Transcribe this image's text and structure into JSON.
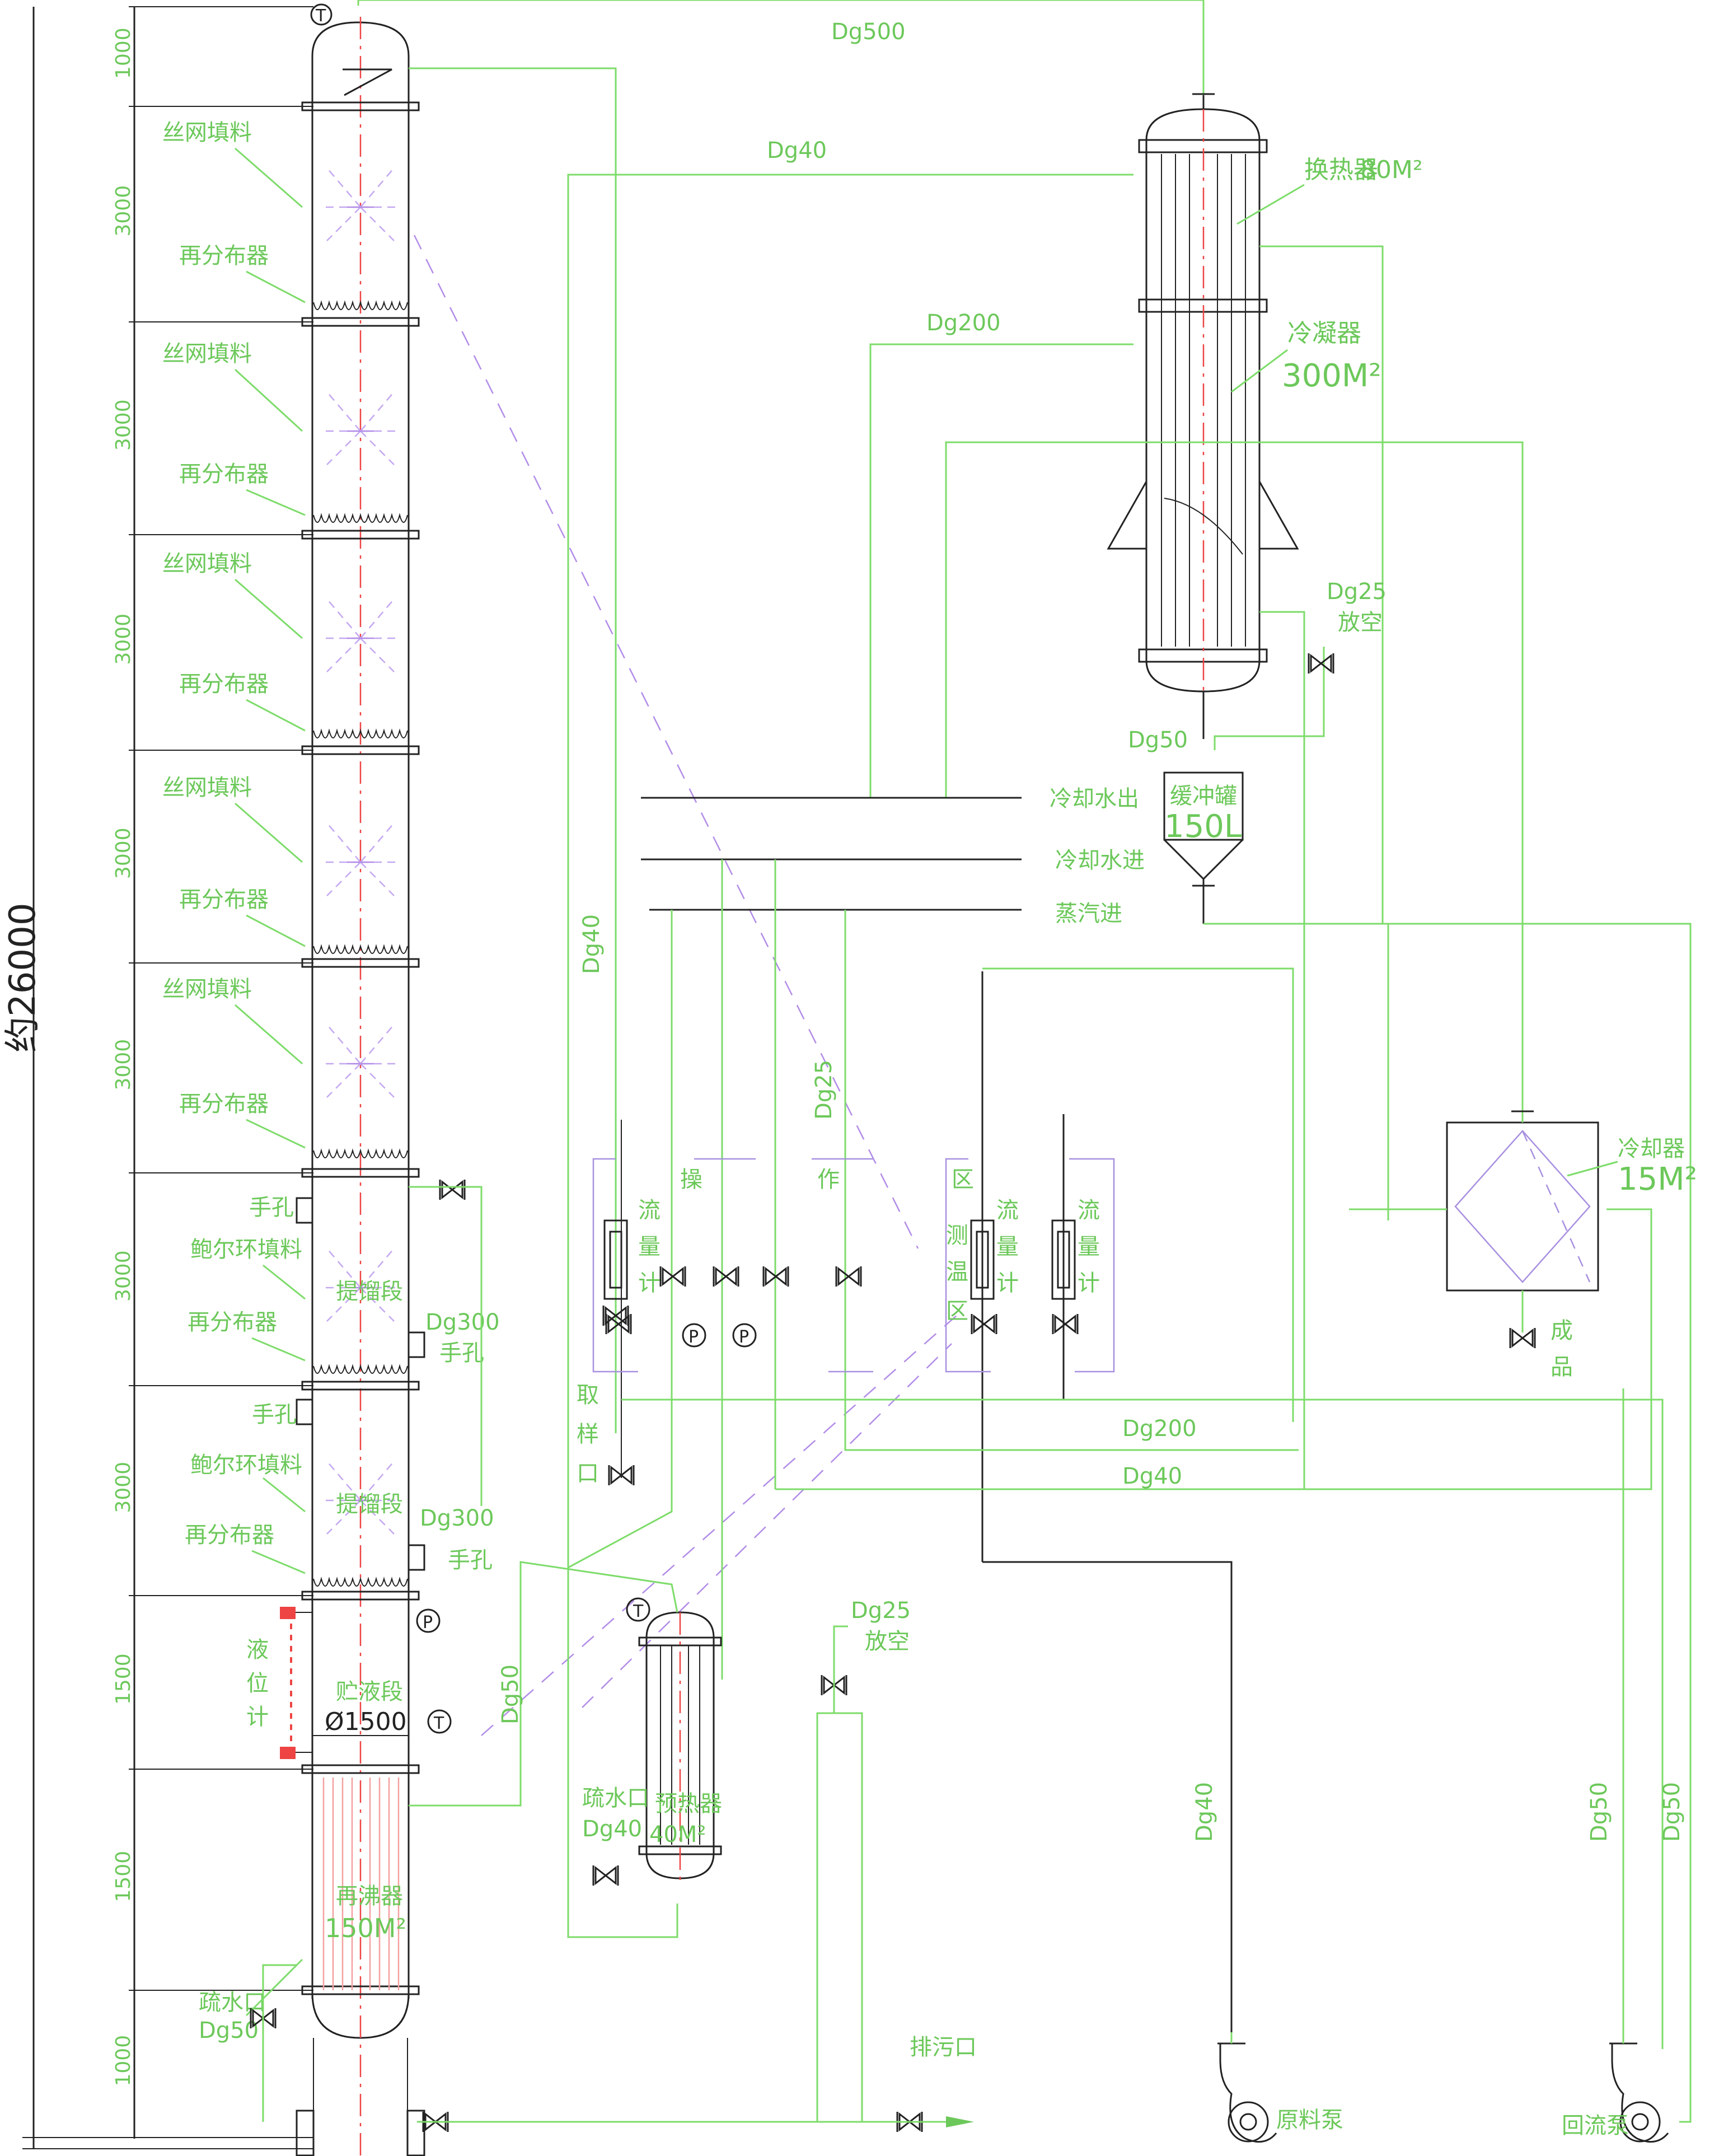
{
  "dimensions": {
    "total": "约26000",
    "sections": [
      "1000",
      "3000",
      "3000",
      "3000",
      "3000",
      "3000",
      "3000",
      "3000",
      "1500",
      "1500",
      "1000"
    ]
  },
  "column": {
    "mesh_packing": "丝网填料",
    "redistributor": "再分布器",
    "pall_ring_packing": "鲍尔环填料",
    "stripping_section": "提馏段",
    "liquid_level_gauge": [
      "液",
      "位",
      "计"
    ],
    "bottom_section": "贮液段",
    "diameter": "Ø1500",
    "reboiler": "再沸器",
    "reboiler_area": "150M²",
    "handhole": "手孔",
    "drain": "疏水口",
    "drain_size": "Dg50",
    "nozzle_dg300": "Dg300"
  },
  "heat_exchanger": {
    "label": "换热器",
    "area": "80M²"
  },
  "condenser": {
    "label": "冷凝器",
    "area": "300M²"
  },
  "buffer_tank": {
    "label": "缓冲罐",
    "volume": "150L"
  },
  "cooler": {
    "label": "冷却器",
    "area": "15M²"
  },
  "preheater": {
    "label": "预热器",
    "area": "40M²",
    "drain": "疏水口",
    "drain_size": "Dg40"
  },
  "utilities": {
    "cooling_water_out": "冷却水出",
    "cooling_water_in": "冷却水进",
    "steam_in": "蒸汽进"
  },
  "pipes": {
    "dg500": "Dg500",
    "dg40": "Dg40",
    "dg200": "Dg200",
    "dg50": "Dg50",
    "dg25": "Dg25",
    "vent": "放空"
  },
  "operation_zone": {
    "chars": [
      "操",
      "作",
      "区"
    ]
  },
  "measurement_zone": {
    "chars": [
      "测",
      "温",
      "区"
    ]
  },
  "flowmeter": [
    "流",
    "量",
    "计"
  ],
  "sampling": [
    "取",
    "样",
    "口"
  ],
  "product": [
    "成",
    "品"
  ],
  "feed_pump": "原料泵",
  "reflux_pump": "回流泵",
  "blowdown": "排污口",
  "instruments": {
    "temp": "T",
    "pressure": "P"
  }
}
